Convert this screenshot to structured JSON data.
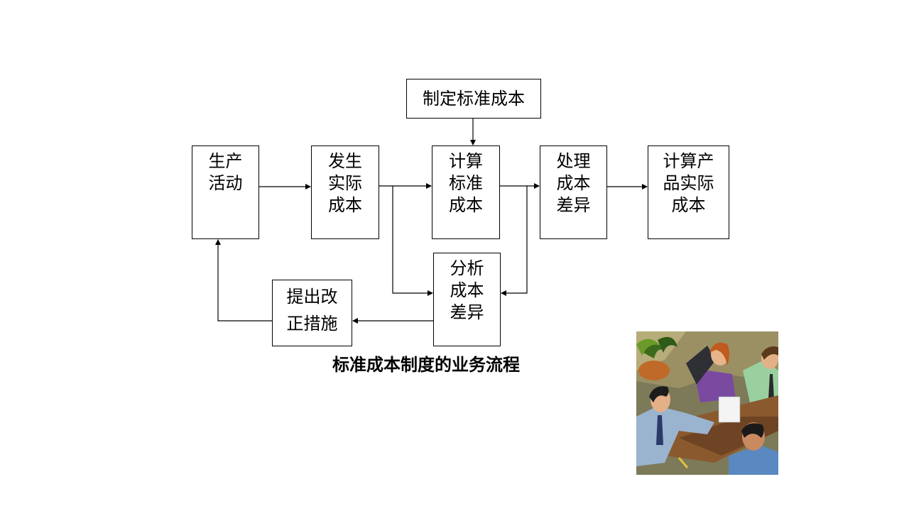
{
  "boxes": {
    "set_standard_cost": "制定标准成本",
    "production_activity": "生产\n活动",
    "actual_cost_incurred": "发生\n实际\n成本",
    "calc_standard_cost": "计算\n标准\n成本",
    "handle_cost_variance": "处理\n成本\n差异",
    "calc_product_actual_cost": "计算产\n品实际\n成本",
    "analyze_cost_variance": "分析\n成本\n差异",
    "propose_corrective_measures": "提出改\n正措施"
  },
  "caption": "标准成本制度的业务流程",
  "clipart": {
    "icon": "business-meeting-clipart",
    "description_visible": false
  }
}
